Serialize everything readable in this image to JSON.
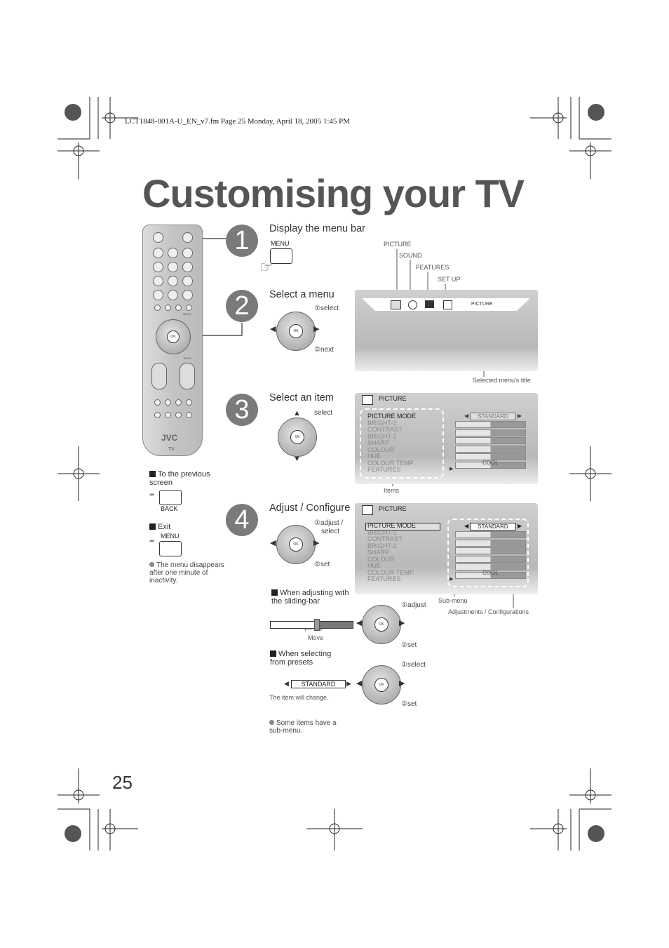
{
  "header_line": "LCT1848-001A-U_EN_v7.fm  Page 25  Monday, April 18, 2005  1:45 PM",
  "title": "Customising your TV",
  "page_number": "25",
  "remote": {
    "brand": "JVC",
    "label": "TV",
    "menu_key": "MENU",
    "back_key": "BACK",
    "ok": "OK"
  },
  "left_notes": {
    "previous_label": "To the previous screen",
    "back_button": "BACK",
    "exit_label": "Exit",
    "menu_button": "MENU",
    "disappear_note": "The menu disappears after one minute of inactivity."
  },
  "steps": [
    {
      "num": "1",
      "heading": "Display the menu bar",
      "button": "MENU"
    },
    {
      "num": "2",
      "heading": "Select a menu",
      "hint1": "①select",
      "hint2": "②next"
    },
    {
      "num": "3",
      "heading": "Select an item",
      "hint1": "select"
    },
    {
      "num": "4",
      "heading": "Adjust / Configure",
      "hint1": "①adjust /",
      "hint1b": "select",
      "hint2": "②set"
    }
  ],
  "menu_bar": {
    "labels": [
      "PICTURE",
      "SOUND",
      "FEATURES",
      "SET UP"
    ],
    "screen_title": "PICTURE",
    "caption": "Selected menu's title"
  },
  "picture_menu": {
    "title": "PICTURE",
    "items": [
      "PICTURE MODE",
      "BRIGHT-1",
      "CONTRAST",
      "BRIGHT-2",
      "SHARP",
      "COLOUR",
      "HUE",
      "COLOUR TEMP.",
      "FEATURES"
    ],
    "preset": "STANDARD",
    "temp_value": "COOL",
    "items_caption": "Items",
    "submenu_caption": "Sub-menu",
    "adjust_caption": "Adjustments / Configurations"
  },
  "sliding": {
    "heading": "When adjusting with the sliding-bar",
    "move": "Move",
    "hint1": "①adjust",
    "hint2": "②set"
  },
  "presets": {
    "heading": "When selecting from presets",
    "value": "STANDARD",
    "note": "The item will change.",
    "hint1": "①select",
    "hint2": "②set"
  },
  "submenu_note": "Some items have a sub-menu."
}
